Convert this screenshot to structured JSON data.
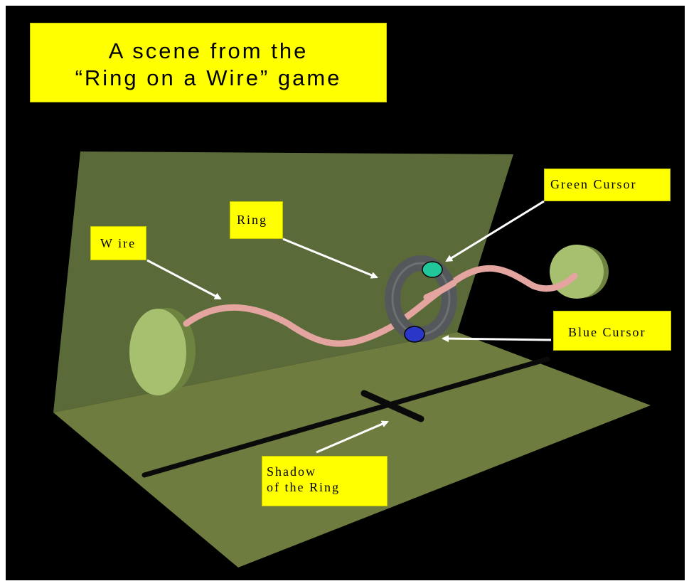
{
  "title": {
    "line1": "A scene from the",
    "line2": "“Ring on a Wire” game"
  },
  "labels": {
    "wire": "W ire",
    "ring": "Ring",
    "green_cursor": "Green Cursor",
    "blue_cursor": "Blue Cursor",
    "shadow_line1": "Shadow",
    "shadow_line2": "of the Ring"
  },
  "colors": {
    "background": "#000000",
    "wall": "#5b6a39",
    "floor": "#6e7d3f",
    "disc": "#a7c06f",
    "wire": "#e4a4a0",
    "ring": "#55585a",
    "green_cursor": "#1fc79a",
    "blue_cursor": "#2a36c8",
    "label_bg": "#ffff00",
    "arrow": "#ffffff",
    "shadow": "#0a0a0a"
  }
}
